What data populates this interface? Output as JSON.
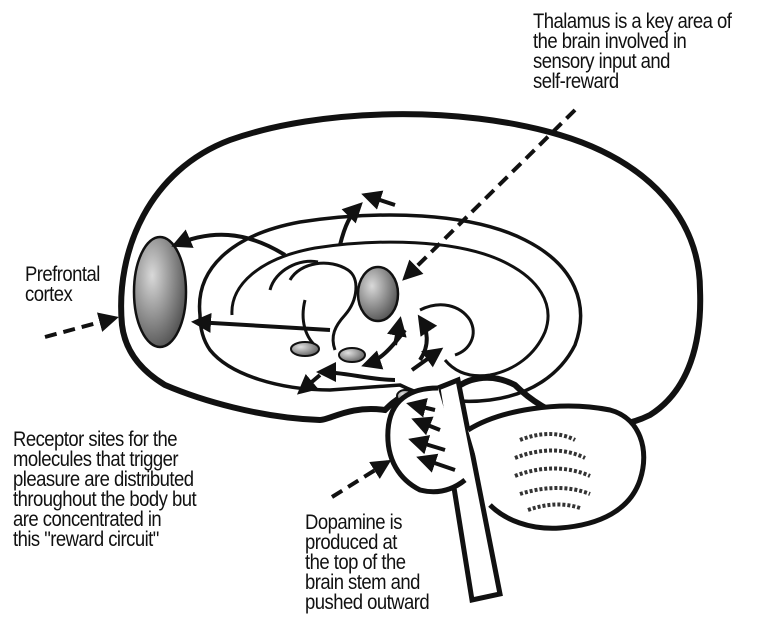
{
  "labels": {
    "thalamus": [
      "Thalamus is a key area of",
      "the brain involved in",
      "sensory input and",
      "self-reward"
    ],
    "prefrontal": [
      "Prefrontal",
      "cortex"
    ],
    "receptor": [
      "Receptor sites for the",
      "molecules that trigger",
      "pleasure are distributed",
      "throughout the body but",
      "are concentrated in",
      "this \"reward circuit\""
    ],
    "dopamine": [
      "Dopamine is",
      "produced at",
      "the top of the",
      "brain stem and",
      "pushed outward"
    ]
  },
  "colors": {
    "ink": "#111111",
    "structure_shade_light": "#d9d9d9",
    "structure_shade_dark": "#555555",
    "background": "#ffffff"
  },
  "icons": {
    "pointer": "dashed-arrow",
    "pathway": "solid-arrow"
  }
}
